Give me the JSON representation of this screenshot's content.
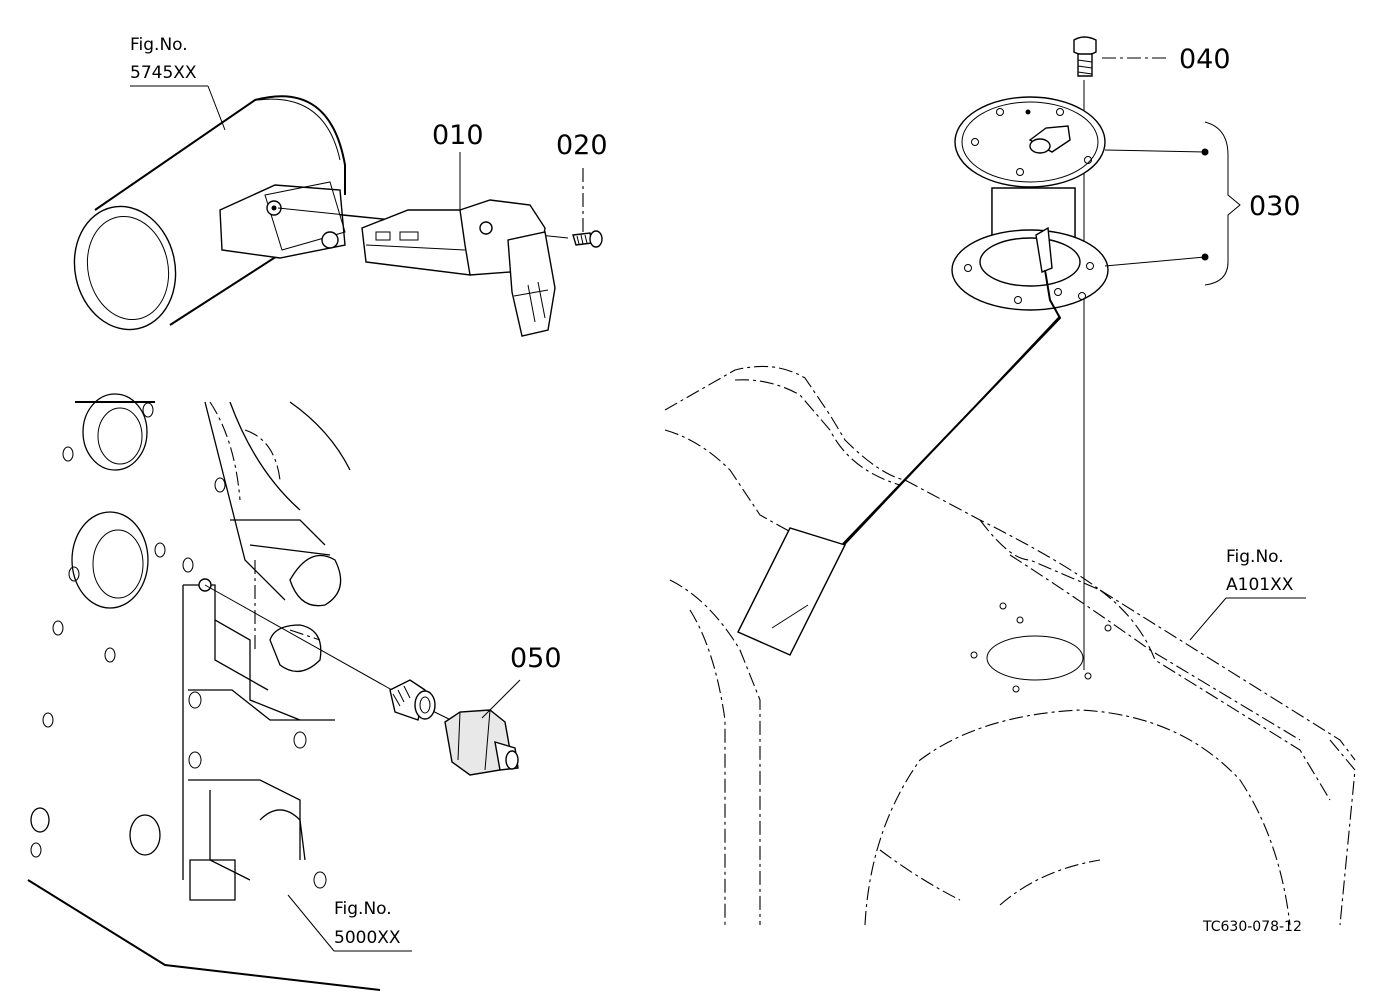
{
  "part_labels": {
    "p010": "010",
    "p020": "020",
    "p030": "030",
    "p040": "040",
    "p050": "050"
  },
  "figure_refs": [
    {
      "heading": "Fig.No.",
      "number": "5745XX"
    },
    {
      "heading": "Fig.No.",
      "number": "5000XX"
    },
    {
      "heading": "Fig.No.",
      "number": "A101XX"
    }
  ],
  "drawing_code": "TC630-078-12",
  "colors": {
    "ink": "#000000",
    "paper": "#ffffff"
  }
}
